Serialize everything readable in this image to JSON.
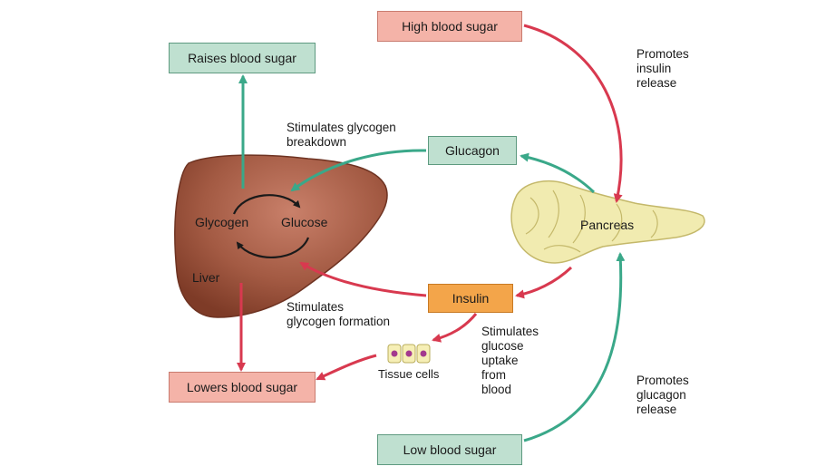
{
  "boxes": {
    "high_blood_sugar": "High blood sugar",
    "raises_blood_sugar": "Raises blood sugar",
    "glucagon": "Glucagon",
    "insulin": "Insulin",
    "lowers_blood_sugar": "Lowers blood sugar",
    "low_blood_sugar": "Low blood sugar"
  },
  "organs": {
    "liver": "Liver",
    "pancreas": "Pancreas",
    "glycogen": "Glycogen",
    "glucose": "Glucose",
    "tissue_cells": "Tissue cells"
  },
  "annotations": {
    "promotes_insulin": [
      "Promotes",
      "insulin",
      "release"
    ],
    "stimulates_breakdown": [
      "Stimulates glycogen",
      "breakdown"
    ],
    "stimulates_formation": [
      "Stimulates",
      "glycogen formation"
    ],
    "stimulates_uptake": [
      "Stimulates",
      "glucose",
      "uptake",
      "from",
      "blood"
    ],
    "promotes_glucagon": [
      "Promotes",
      "glucagon",
      "release"
    ]
  },
  "colors": {
    "red_arrow": "#d8394f",
    "green_arrow": "#3aa889",
    "liver": "#9b4f3a",
    "pancreas": "#f1ebb0"
  }
}
